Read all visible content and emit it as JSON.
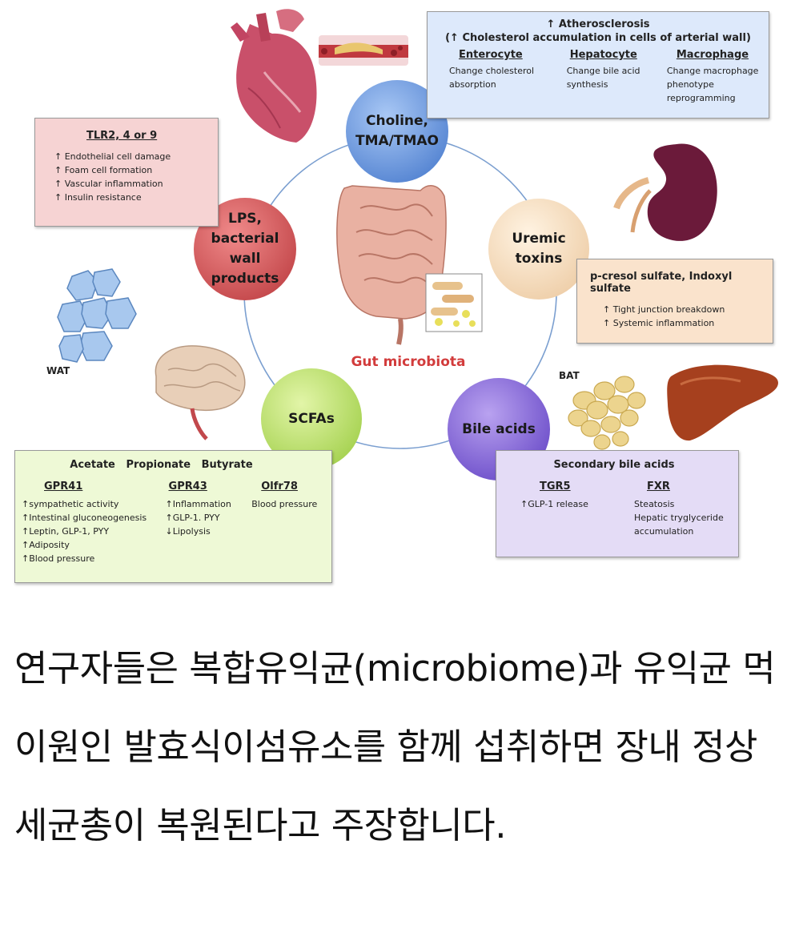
{
  "center_label": "Gut microbiota",
  "nodes": {
    "choline": "Choline,\nTMA/TMAO",
    "uremic": "Uremic\ntoxins",
    "bile": "Bile acids",
    "scfa": "SCFAs",
    "lps": "LPS,\nbacterial wall\nproducts"
  },
  "atherosclerosis_box": {
    "title1": "↑ Atherosclerosis",
    "title2": "(↑ Cholesterol accumulation in cells of arterial wall)",
    "columns": [
      {
        "heading": "Enterocyte",
        "text": "Change cholesterol\nabsorption"
      },
      {
        "heading": "Hepatocyte",
        "text": "Change bile acid\nsynthesis"
      },
      {
        "heading": "Macrophage",
        "text": "Change macrophage\nphenotype\nreprogramming"
      }
    ]
  },
  "tlr_box": {
    "heading": "TLR2, 4 or 9",
    "items": [
      "↑ Endothelial cell damage",
      "↑ Foam cell formation",
      "↑ Vascular inflammation",
      "↑ Insulin resistance"
    ]
  },
  "uremic_box": {
    "title": "p-cresol sulfate, Indoxyl sulfate",
    "items": [
      "↑ Tight junction breakdown",
      "↑ Systemic inflammation"
    ]
  },
  "scfa_box": {
    "title": "Acetate   Propionate   Butyrate",
    "columns": [
      {
        "heading": "GPR41",
        "items": [
          "↑sympathetic activity",
          "↑Intestinal gluconeogenesis",
          "↑Leptin, GLP-1, PYY",
          "↑Adiposity",
          "↑Blood pressure"
        ]
      },
      {
        "heading": "GPR43",
        "items": [
          "↑Inflammation",
          "↑GLP-1. PYY",
          "↓Lipolysis"
        ]
      },
      {
        "heading": "Olfr78",
        "items": [
          "Blood pressure"
        ]
      }
    ]
  },
  "bile_box": {
    "title": "Secondary bile acids",
    "columns": [
      {
        "heading": "TGR5",
        "text": "↑GLP-1 release"
      },
      {
        "heading": "FXR",
        "text": "Steatosis\nHepatic tryglyceride\naccumulation"
      }
    ]
  },
  "labels": {
    "wat": "WAT",
    "bat": "BAT"
  },
  "paragraph": "연구자들은 복합유익균(microbiome)과 유익균 먹이원인 발효식이섬유소를 함께 섭취하면 장내 정상세균총이 복원된다고 주장합니다.",
  "colors": {
    "choline": "#5b8fdc",
    "uremic": "#f4d8b4",
    "bile": "#7a5ad8",
    "scfa": "#b8df5a",
    "lps": "#d2484c",
    "blue_box": "#dde9fb",
    "pink_box": "#f6d3d3",
    "peach_box": "#fae3cc",
    "green_box": "#eef9d6",
    "purple_box": "#e4dcf6",
    "center_text": "#d23c3c"
  }
}
